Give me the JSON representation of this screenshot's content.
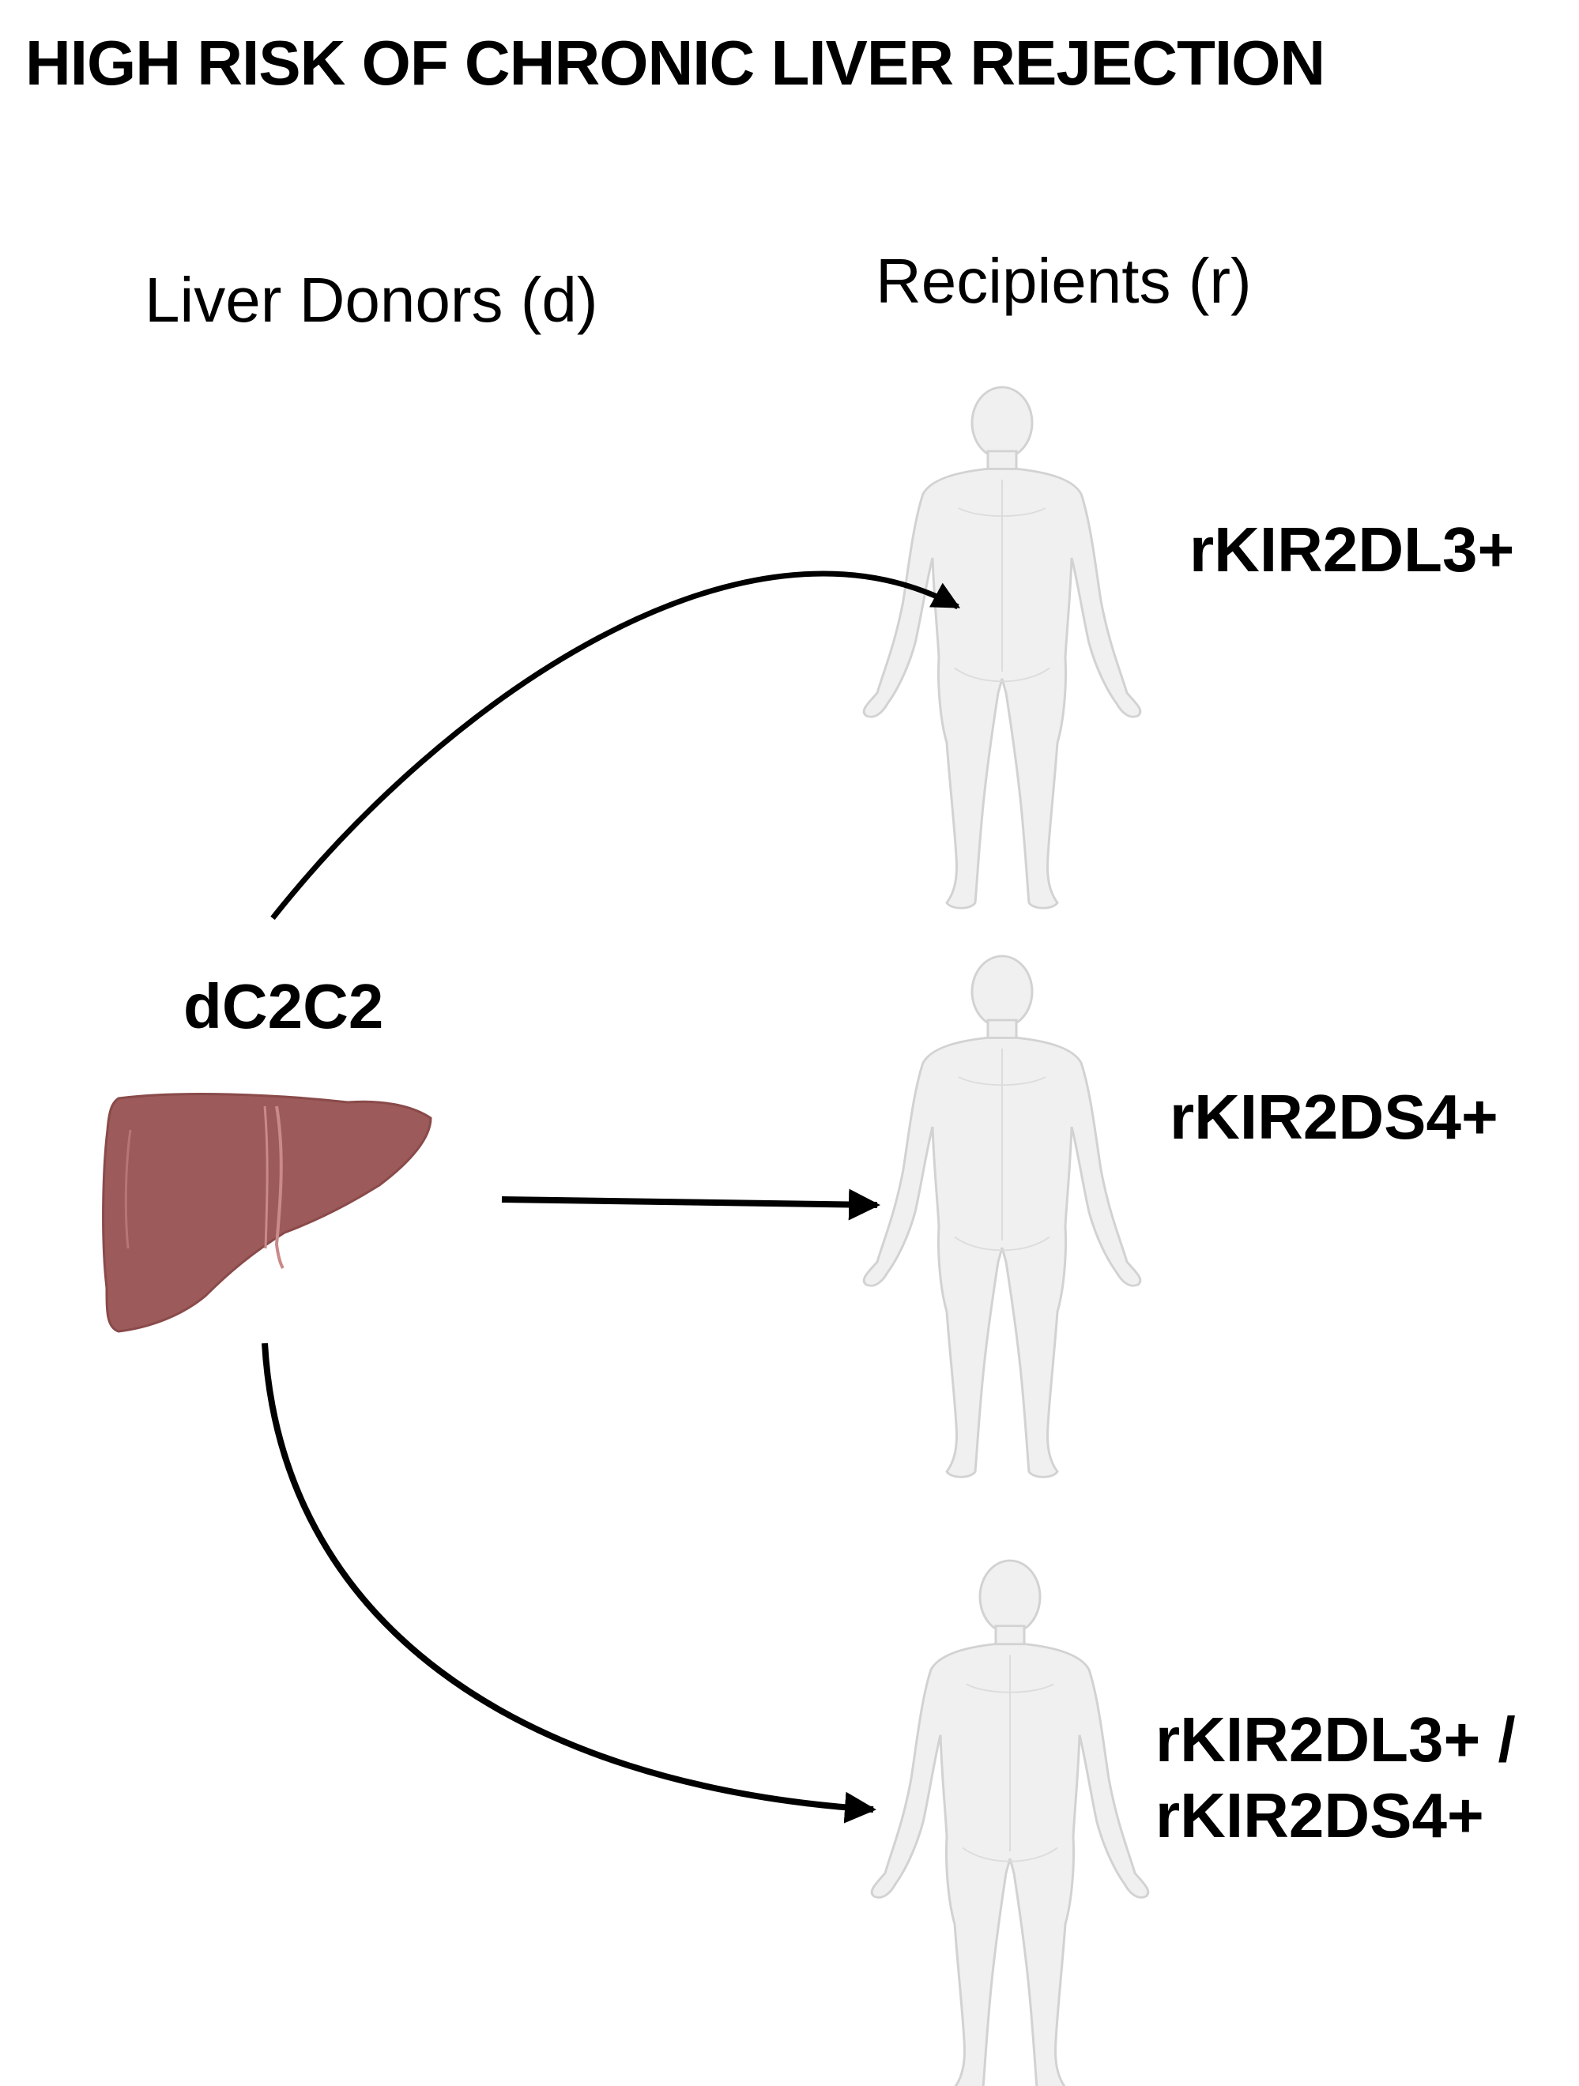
{
  "title": "HIGH RISK OF CHRONIC LIVER REJECTION",
  "columns": {
    "donors": "Liver Donors (d)",
    "recipients": "Recipients (r)"
  },
  "donor": {
    "label": "dC2C2",
    "icon": "liver-icon",
    "color": "#9c5a5a"
  },
  "recipients": [
    {
      "label": "rKIR2DL3+",
      "icon": "human-body-icon"
    },
    {
      "label": "rKIR2DS4+",
      "icon": "human-body-icon"
    },
    {
      "label_line1": "rKIR2DL3+ /",
      "label_line2": "rKIR2DS4+",
      "icon": "human-body-icon"
    }
  ],
  "colors": {
    "body_fill": "#f0f0f0",
    "body_stroke": "#d2d2d2",
    "arrow": "#000000",
    "liver_fill": "#9c5a5a",
    "liver_highlight": "#c98a8a"
  }
}
